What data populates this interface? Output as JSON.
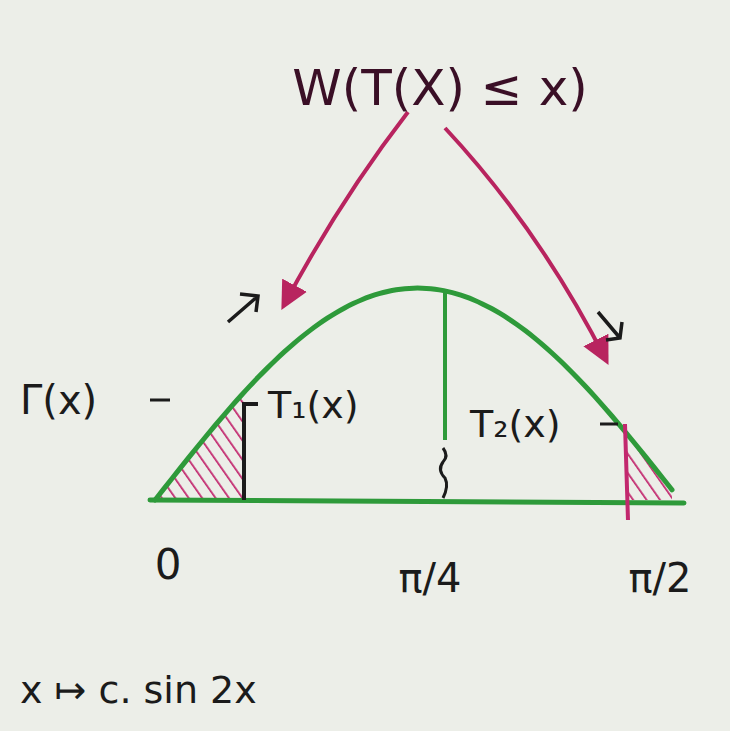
{
  "diagram": {
    "labels": [
      "W(T(X) ≤ x)",
      "Γ(x)",
      "T₁(x)",
      "T₂(x)",
      "0",
      "π/4",
      "π/2",
      "x ↦ c. sin 2x"
    ]
  }
}
